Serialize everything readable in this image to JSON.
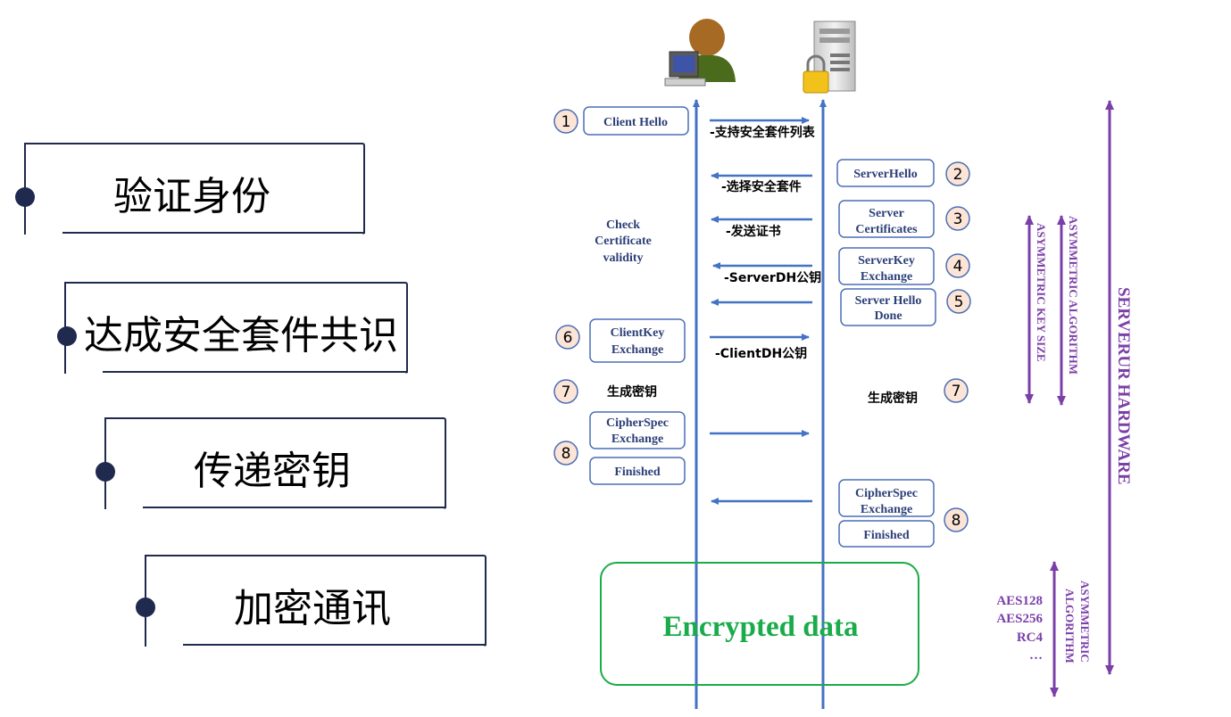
{
  "steps": [
    {
      "label": "验证身份"
    },
    {
      "label": "达成安全套件共识"
    },
    {
      "label": "传递密钥"
    },
    {
      "label": "加密通讯"
    }
  ],
  "icons": {
    "client": "user-computer-icon",
    "server": "server-lock-icon"
  },
  "colors": {
    "arrow": "#4472c4",
    "box_border": "#4a6fb5",
    "box_text": "#2c3f78",
    "badge_fill": "#fce4d6",
    "purple": "#7b3fa8",
    "green": "#1aab4a",
    "step_frame": "#1f2a4e"
  },
  "flow": {
    "client_boxes": [
      {
        "num": "1",
        "lines": [
          "Client Hello"
        ]
      },
      {
        "num": "6",
        "lines": [
          "ClientKey",
          "Exchange"
        ]
      },
      {
        "num": "8",
        "lines": [
          "CipherSpec",
          "Exchange"
        ],
        "extra": "Finished"
      }
    ],
    "server_boxes": [
      {
        "num": "2",
        "lines": [
          "ServerHello"
        ]
      },
      {
        "num": "3",
        "lines": [
          "Server",
          "Certificates"
        ]
      },
      {
        "num": "4",
        "lines": [
          "ServerKey",
          "Exchange"
        ]
      },
      {
        "num": "5",
        "lines": [
          "Server Hello",
          "Done"
        ]
      },
      {
        "num": "8",
        "lines": [
          "CipherSpec",
          "Exchange"
        ],
        "extra": "Finished"
      }
    ],
    "generate_key": {
      "num": "7",
      "label": "生成密钥"
    },
    "check_cert": [
      "Check",
      "Certificate",
      "validity"
    ],
    "messages": [
      "-支持安全套件列表",
      "-选择安全套件",
      "-发送证书",
      "-ServerDH公钥",
      "-ClientDH公钥"
    ],
    "encrypted": "Encrypted data"
  },
  "right_panel": {
    "asym_algorithm": "ASYMMETRIC ALGORITHM",
    "asym_key_size": "ASYMMETRIC KEY SIZE",
    "server_hardware": "SERVERUR HARDWARE",
    "ciphers": [
      "AES128",
      "AES256",
      "RC4",
      "…"
    ],
    "cipher_algorithm": [
      "ASYMMETRIC",
      "ALGORITHM"
    ]
  }
}
